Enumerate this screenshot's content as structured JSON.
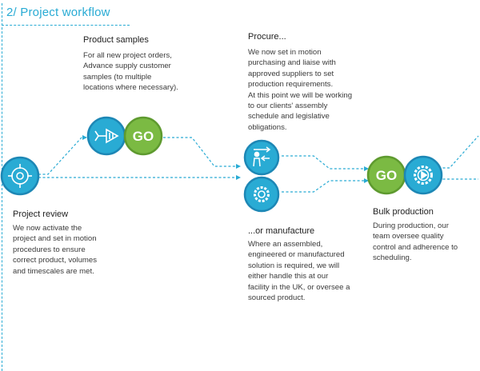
{
  "section_title": "2/ Project workflow",
  "colors": {
    "accent": "#29abd4",
    "badge_border": "#1d87b5",
    "go_green": "#7bba43",
    "text": "#3a3a3a",
    "title_text": "#222222"
  },
  "icons": {
    "project_review": "target-icon",
    "product_samples": [
      "sample-arrows-icon",
      "go-icon"
    ],
    "procure": "assembly-person-icon",
    "manufacture": "gear-icon",
    "bulk_production": [
      "go-icon",
      "gear-play-icon"
    ]
  },
  "steps": {
    "product_samples": {
      "title": "Product samples",
      "text": "For all new project orders,\nAdvance supply customer\nsamples (to multiple\nlocations where necessary)."
    },
    "procure": {
      "title": "Procure...",
      "text": "We now set in motion\npurchasing and liaise with\napproved suppliers to set\nproduction requirements.\nAt this point we will be working\nto our clients' assembly\nschedule and legislative\nobligations."
    },
    "project_review": {
      "title": "Project review",
      "text": "We now activate the\nproject and set in motion\nprocedures to ensure\ncorrect product, volumes\nand timescales are met."
    },
    "manufacture": {
      "title": "...or manufacture",
      "text": "Where an assembled,\nengineered or manufactured\nsolution is required, we will\neither handle this at our\nfacility in the UK, or oversee a\nsourced product."
    },
    "bulk_production": {
      "title": "Bulk production",
      "text": "During production, our\nteam oversee quality\ncontrol and adherence to\nscheduling."
    }
  },
  "go_label": "GO"
}
